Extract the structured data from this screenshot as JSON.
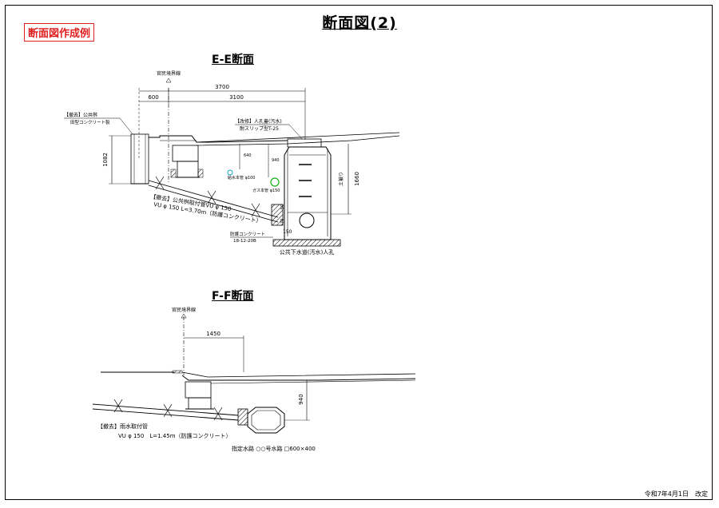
{
  "page": {
    "title": "断面図(2)",
    "stamp": "断面図作成例",
    "footer": "令和7年4月1日　改定"
  },
  "ee": {
    "title": "E-E断面",
    "boundary_label": "官民境界線",
    "dim_total": "3700",
    "dim_left": "600",
    "dim_right": "3100",
    "remove_label_1": "【撤去】公共桝",
    "remove_label_2": "田型コンクリート製",
    "depth_left": "1082",
    "manhole_label_1": "【改修】人孔蓋(汚水)",
    "manhole_label_2": "耐スリップ型T-25",
    "water_pipe": "給水本管 φ100",
    "gas_pipe": "ガス本管 φ150",
    "dim_640": "640",
    "dim_940": "940",
    "soil_cover_1": "土被り",
    "soil_cover_2": "1660",
    "pipe_label_1": "【撤去】公共桝取付管VU φ 150",
    "pipe_label_2": "VU φ 150  L=3.70m（防護コンクリート）",
    "protect_label_1": "防護コンクリート",
    "protect_label_2": "18-12-20B",
    "dim_150": "150",
    "dim_50": "50",
    "dim_70": "70",
    "manhole_name": "公共下水道(汚水)人孔"
  },
  "ff": {
    "title": "F-F断面",
    "boundary_label": "官民境界線",
    "dim_top": "1450",
    "dim_940": "940",
    "pipe_label_1": "【撤去】雨水取付管",
    "pipe_label_2": "VU φ 150　L=1.45m（防護コンクリート）",
    "channel_label": "指定水路 ○○号水路 □600×400"
  },
  "colors": {
    "stamp": "#e02020",
    "pipe_utility": "#18b018",
    "pipe_water": "#1aa0c0",
    "lines": "#000000"
  }
}
